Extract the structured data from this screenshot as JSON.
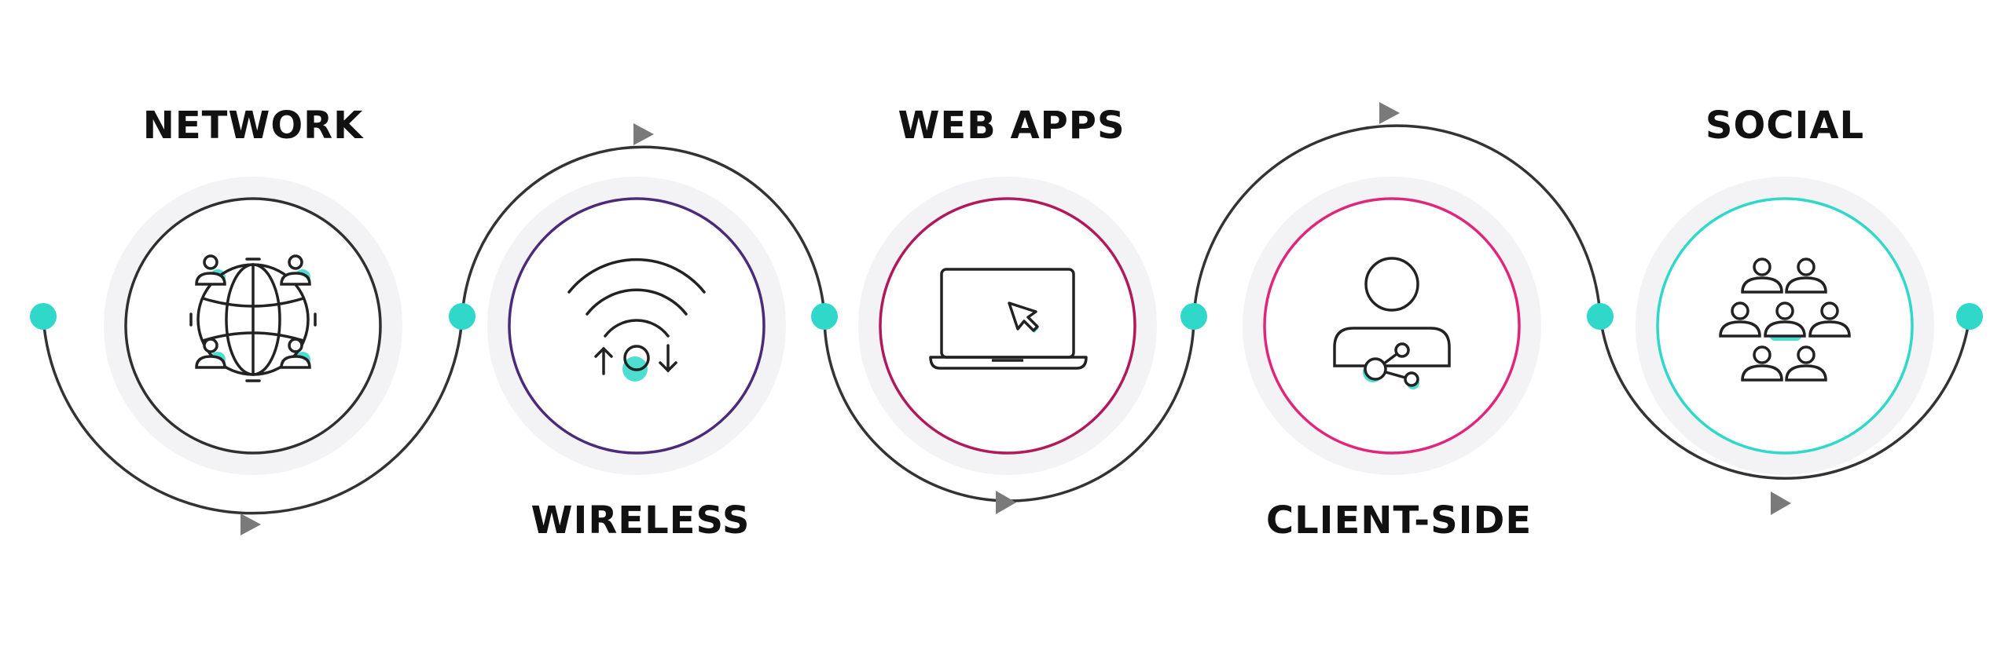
{
  "steps": [
    {
      "label": "NETWORK",
      "icon": "globe-network-icon",
      "ring_color": "#2f2f2f"
    },
    {
      "label": "WIRELESS",
      "icon": "wifi-icon",
      "ring_color": "#4b2a7a"
    },
    {
      "label": "WEB APPS",
      "icon": "laptop-cursor-icon",
      "ring_color": "#b0195a"
    },
    {
      "label": "CLIENT-SIDE",
      "icon": "user-share-icon",
      "ring_color": "#e0267a"
    },
    {
      "label": "SOCIAL",
      "icon": "group-people-icon",
      "ring_color": "#2fd8c8"
    }
  ],
  "colors": {
    "accent": "#2fd8c8",
    "connector": "#333333",
    "arrow": "#7a7a7a",
    "halo": "#f3f3f5"
  }
}
